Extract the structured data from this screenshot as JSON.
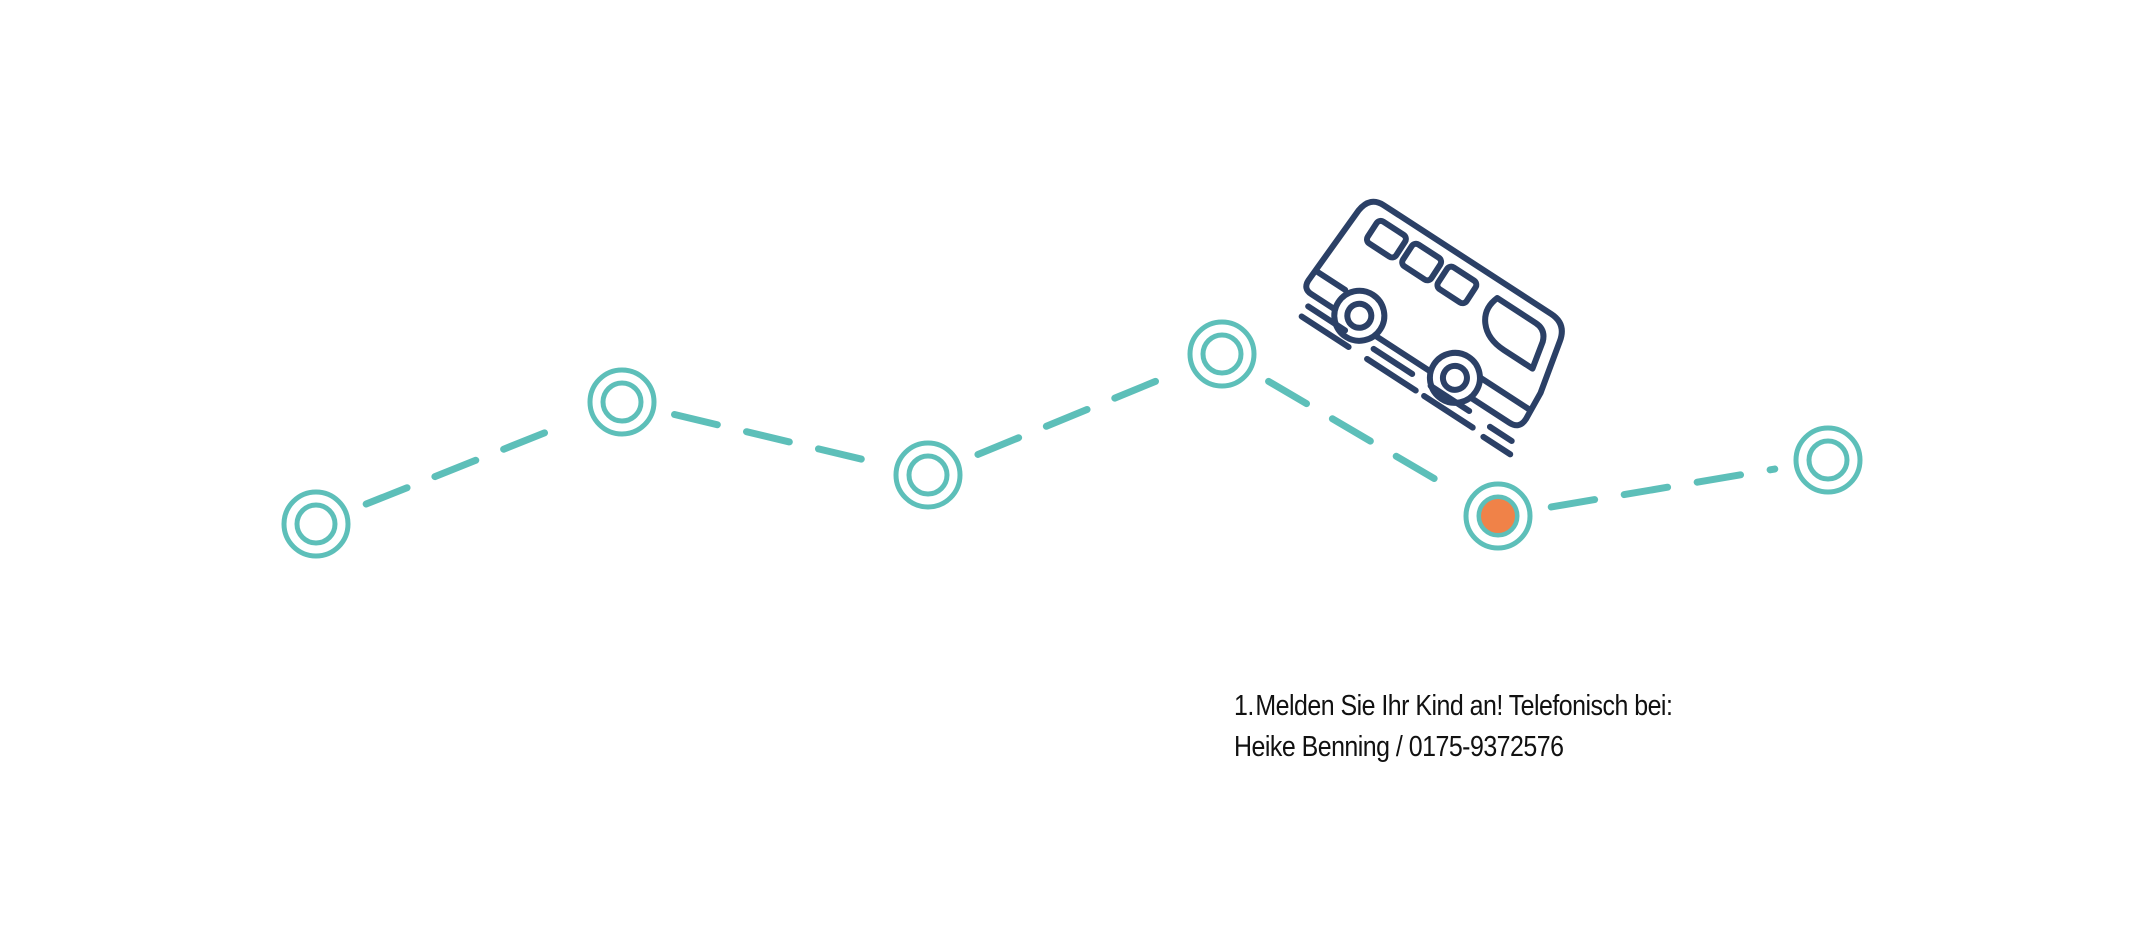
{
  "colors": {
    "route": "#5dbfb9",
    "current_stop": "#f08248",
    "bus": "#2b4066",
    "text": "#111111",
    "background": "#ffffff"
  },
  "route": {
    "stops": [
      {
        "name": "stop-1",
        "active": false
      },
      {
        "name": "stop-2",
        "active": false
      },
      {
        "name": "stop-3",
        "active": false
      },
      {
        "name": "stop-4",
        "active": false
      },
      {
        "name": "stop-5",
        "active": true
      },
      {
        "name": "stop-6",
        "active": false
      }
    ],
    "bus_icon": "school-bus-icon"
  },
  "step": {
    "number": "1.",
    "headline": "Melden Sie Ihr Kind an! Telefonisch bei:",
    "contact": "Heike Benning / 0175-9372576"
  }
}
